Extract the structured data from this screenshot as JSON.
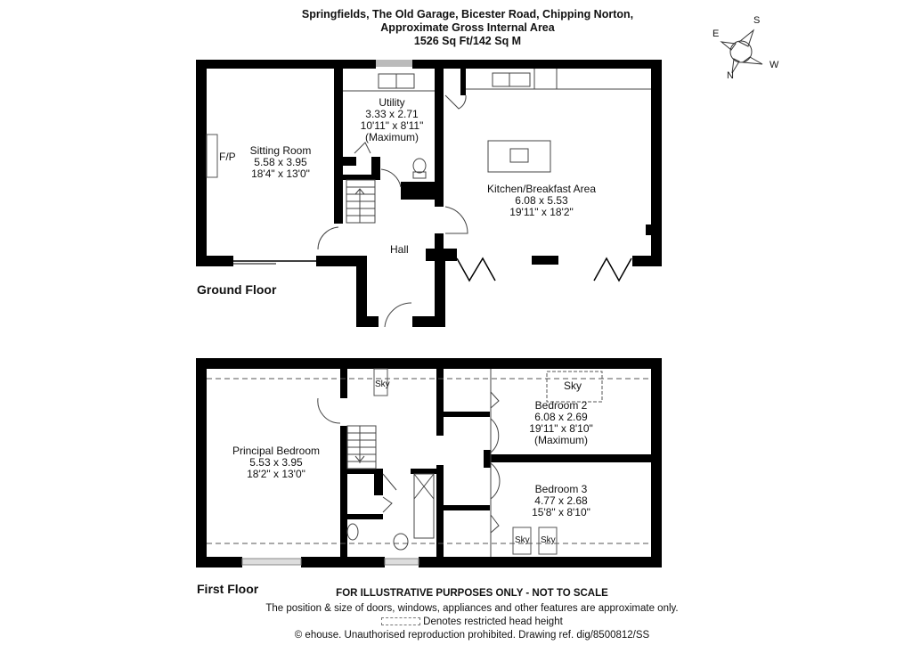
{
  "header": {
    "title": "Springfields, The Old Garage, Bicester Road, Chipping Norton,",
    "subtitle": "Approximate Gross Internal Area",
    "area": "1526 Sq Ft/142 Sq M"
  },
  "compass": {
    "n": "N",
    "s": "S",
    "e": "E",
    "w": "W"
  },
  "ground_floor": {
    "label": "Ground Floor",
    "rooms": {
      "sitting": {
        "name": "Sitting Room",
        "metric": "5.58 x 3.95",
        "imperial": "18'4\" x 13'0\"",
        "fp": "F/P"
      },
      "utility": {
        "name": "Utility",
        "metric": "3.33 x 2.71",
        "imperial": "10'11\" x 8'11\"",
        "note": "(Maximum)"
      },
      "kitchen": {
        "name": "Kitchen/Breakfast Area",
        "metric": "6.08 x 5.53",
        "imperial": "19'11\" x 18'2\""
      },
      "hall": {
        "name": "Hall"
      }
    }
  },
  "first_floor": {
    "label": "First Floor",
    "rooms": {
      "principal": {
        "name": "Principal Bedroom",
        "metric": "5.53 x 3.95",
        "imperial": "18'2\" x 13'0\""
      },
      "bed2": {
        "name": "Bedroom 2",
        "metric": "6.08 x 2.69",
        "imperial": "19'11\" x 8'10\"",
        "note": "(Maximum)"
      },
      "bed3": {
        "name": "Bedroom 3",
        "metric": "4.77 x 2.68",
        "imperial": "15'8\" x 8'10\""
      }
    },
    "skylights": [
      "Sky",
      "Sky",
      "Sky",
      "Sky"
    ]
  },
  "footer": {
    "disclaimer": "FOR ILLUSTRATIVE PURPOSES ONLY - NOT TO SCALE",
    "note": "The position & size of doors, windows, appliances and other features are approximate only.",
    "legend": "Denotes restricted head height",
    "copyright": "© ehouse. Unauthorised reproduction prohibited. Drawing ref. dig/8500812/SS"
  }
}
